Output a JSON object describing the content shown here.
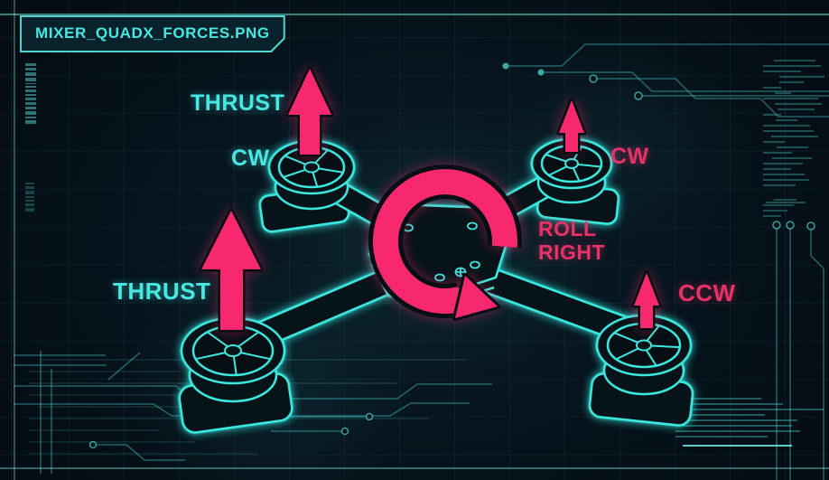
{
  "window": {
    "title": "MIXER_QUADX_FORCES.PNG"
  },
  "colors": {
    "background": "#050e14",
    "cyan": "#45e8e2",
    "pink": "#f7286d",
    "pink_text": "#e63268"
  },
  "labels": {
    "thrust_front_left": "THRUST",
    "rotation_front_left": "CW",
    "rotation_front_right": "CW",
    "roll_line1": "ROLL",
    "roll_line2": "RIGHT",
    "thrust_rear_left": "THRUST",
    "rotation_rear_right": "CCW"
  },
  "motors": [
    {
      "position": "front-left",
      "rotation_label": "CW",
      "thrust_arrow": "large"
    },
    {
      "position": "front-right",
      "rotation_label": "CW",
      "thrust_arrow": "small"
    },
    {
      "position": "rear-left",
      "rotation_label": "",
      "thrust_arrow": "large"
    },
    {
      "position": "rear-right",
      "rotation_label": "CCW",
      "thrust_arrow": "small"
    }
  ],
  "rotation_indicator": {
    "label": "ROLL RIGHT",
    "arrow_direction": "circular, arrowhead at bottom pointing right"
  }
}
